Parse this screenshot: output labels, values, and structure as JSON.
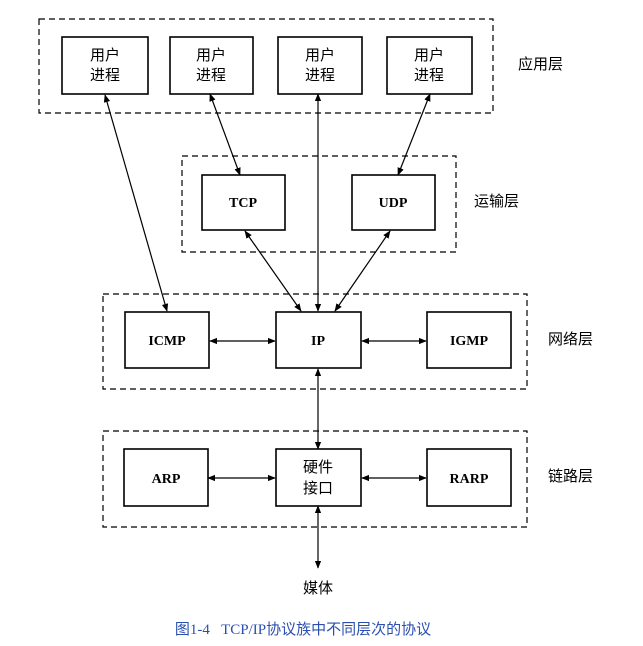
{
  "layers": {
    "application": "应用层",
    "transport": "运输层",
    "network": "网络层",
    "link": "链路层"
  },
  "nodes": {
    "user_process_line1": "用户",
    "user_process_line2": "进程",
    "tcp": "TCP",
    "udp": "UDP",
    "icmp": "ICMP",
    "ip": "IP",
    "igmp": "IGMP",
    "arp": "ARP",
    "hw_line1": "硬件",
    "hw_line2": "接口",
    "rarp": "RARP",
    "media": "媒体"
  },
  "caption": "图1-4   TCP/IP协议族中不同层次的协议",
  "colors": {
    "caption": "#2a4fb0",
    "lines": "#000000"
  }
}
